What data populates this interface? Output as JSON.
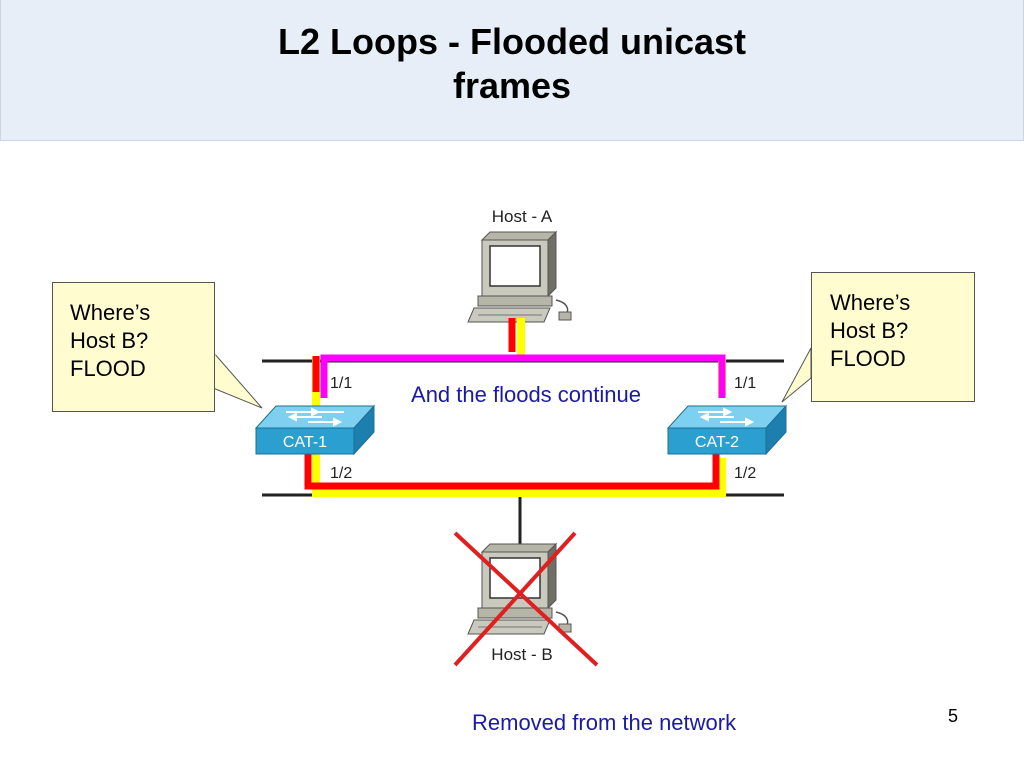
{
  "title": {
    "line1": "L2 Loops - Flooded unicast",
    "line2": "frames"
  },
  "callout_left": {
    "line1": "Where’s",
    "line2": "Host B?",
    "line3": "FLOOD"
  },
  "callout_right": {
    "line1": "Where’s",
    "line2": "Host B?",
    "line3": "FLOOD"
  },
  "loop_label": "And the floods continue",
  "host_a_label": "Host - A",
  "host_b_label": "Host - B",
  "switch_left": {
    "name": "CAT-1",
    "port_top": "1/1",
    "port_bottom": "1/2"
  },
  "switch_right": {
    "name": "CAT-2",
    "port_top": "1/1",
    "port_bottom": "1/2"
  },
  "removed_caption": "Removed from the network",
  "page_number": "5",
  "colors": {
    "flood_magenta": "#ff00ff",
    "flood_red": "#ff0000",
    "flood_yellow": "#ffff00",
    "switch_blue": "#2a9fd0",
    "caption_blue": "#1a1aa6",
    "callout_fill": "#fffdd0"
  }
}
